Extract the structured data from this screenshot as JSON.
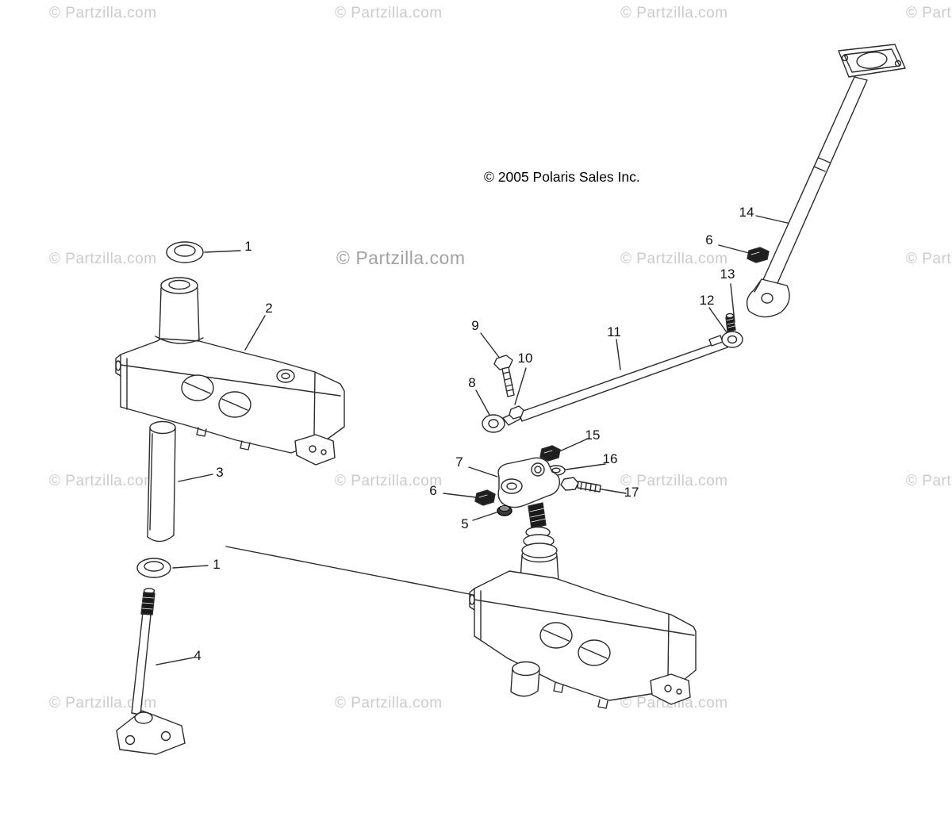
{
  "page": {
    "copyright_notice": "© 2005 Polaris Sales Inc.",
    "watermark_text": "© Partzilla.com",
    "background_color": "#ffffff",
    "line_color": "#2b2b2b",
    "watermark_color_light": "#cbcbcb",
    "watermark_color_dark": "#a2a2a2"
  },
  "callouts": [
    {
      "label": "1"
    },
    {
      "label": "2"
    },
    {
      "label": "3"
    },
    {
      "label": "1"
    },
    {
      "label": "4"
    },
    {
      "label": "9"
    },
    {
      "label": "10"
    },
    {
      "label": "8"
    },
    {
      "label": "11"
    },
    {
      "label": "12"
    },
    {
      "label": "13"
    },
    {
      "label": "14"
    },
    {
      "label": "6"
    },
    {
      "label": "15"
    },
    {
      "label": "16"
    },
    {
      "label": "7"
    },
    {
      "label": "6"
    },
    {
      "label": "5"
    },
    {
      "label": "17"
    }
  ]
}
